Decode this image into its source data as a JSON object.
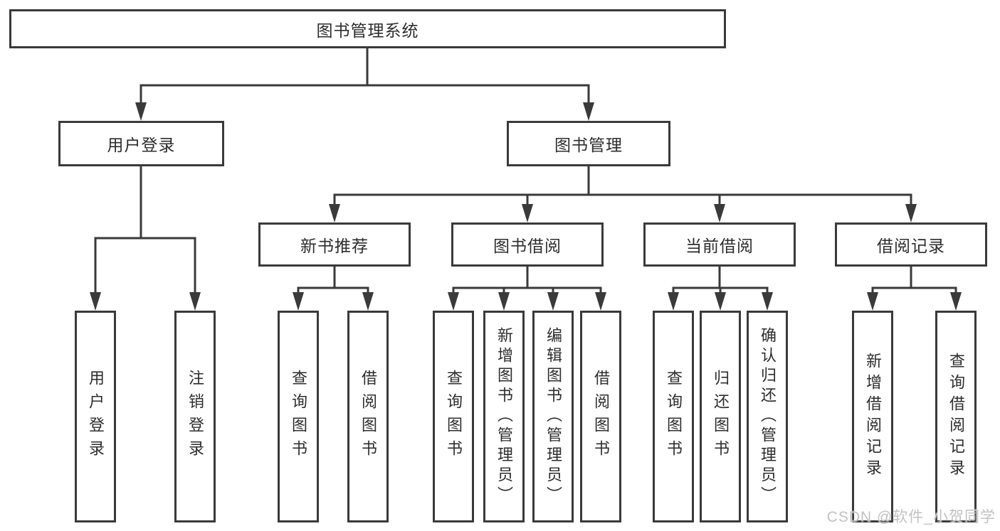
{
  "title": "图书管理系统",
  "tree": {
    "label": "图书管理系统",
    "children": [
      {
        "label": "用户登录",
        "children": [
          {
            "label": "用户登录"
          },
          {
            "label": "注销登录"
          }
        ]
      },
      {
        "label": "图书管理",
        "children": [
          {
            "label": "新书推荐",
            "children": [
              {
                "label": "查询图书"
              },
              {
                "label": "借阅图书"
              }
            ]
          },
          {
            "label": "图书借阅",
            "children": [
              {
                "label": "查询图书"
              },
              {
                "label": "新增图书（管理员）"
              },
              {
                "label": "编辑图书（管理员）"
              },
              {
                "label": "借阅图书"
              }
            ]
          },
          {
            "label": "当前借阅",
            "children": [
              {
                "label": "查询图书"
              },
              {
                "label": "归还图书"
              },
              {
                "label": "确认归还（管理员）"
              }
            ]
          },
          {
            "label": "借阅记录",
            "children": [
              {
                "label": "新增借阅记录"
              },
              {
                "label": "查询借阅记录"
              }
            ]
          }
        ]
      }
    ]
  },
  "watermark": "CSDN @软件_小贺同学",
  "colors": {
    "line": "#3a3a3a",
    "text": "#2d2d2d",
    "background": "#ffffff",
    "watermark": "#c2c2c2"
  }
}
